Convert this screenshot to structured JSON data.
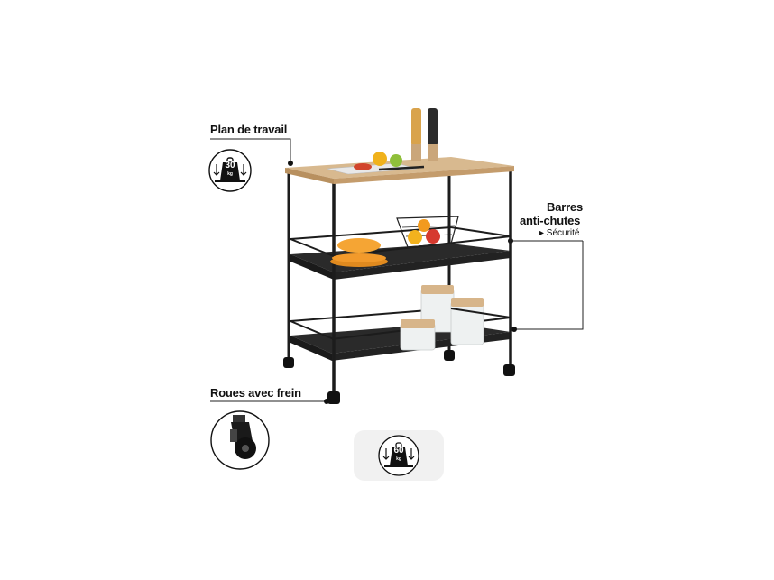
{
  "labels": {
    "worktop": "Plan de travail",
    "bars_line1": "Barres",
    "bars_line2": "anti-chutes",
    "bars_sub": "▸ Sécurité",
    "wheels": "Roues avec frein"
  },
  "badges": {
    "top_weight": "30",
    "top_unit": "kg",
    "total_weight": "60",
    "total_unit": "kg"
  },
  "colors": {
    "frame": "#1c1c1c",
    "shelf": "#2a2a2a",
    "wood": "#caa67a",
    "callout": "#222222",
    "badge_bg": "#f1f1f1"
  }
}
